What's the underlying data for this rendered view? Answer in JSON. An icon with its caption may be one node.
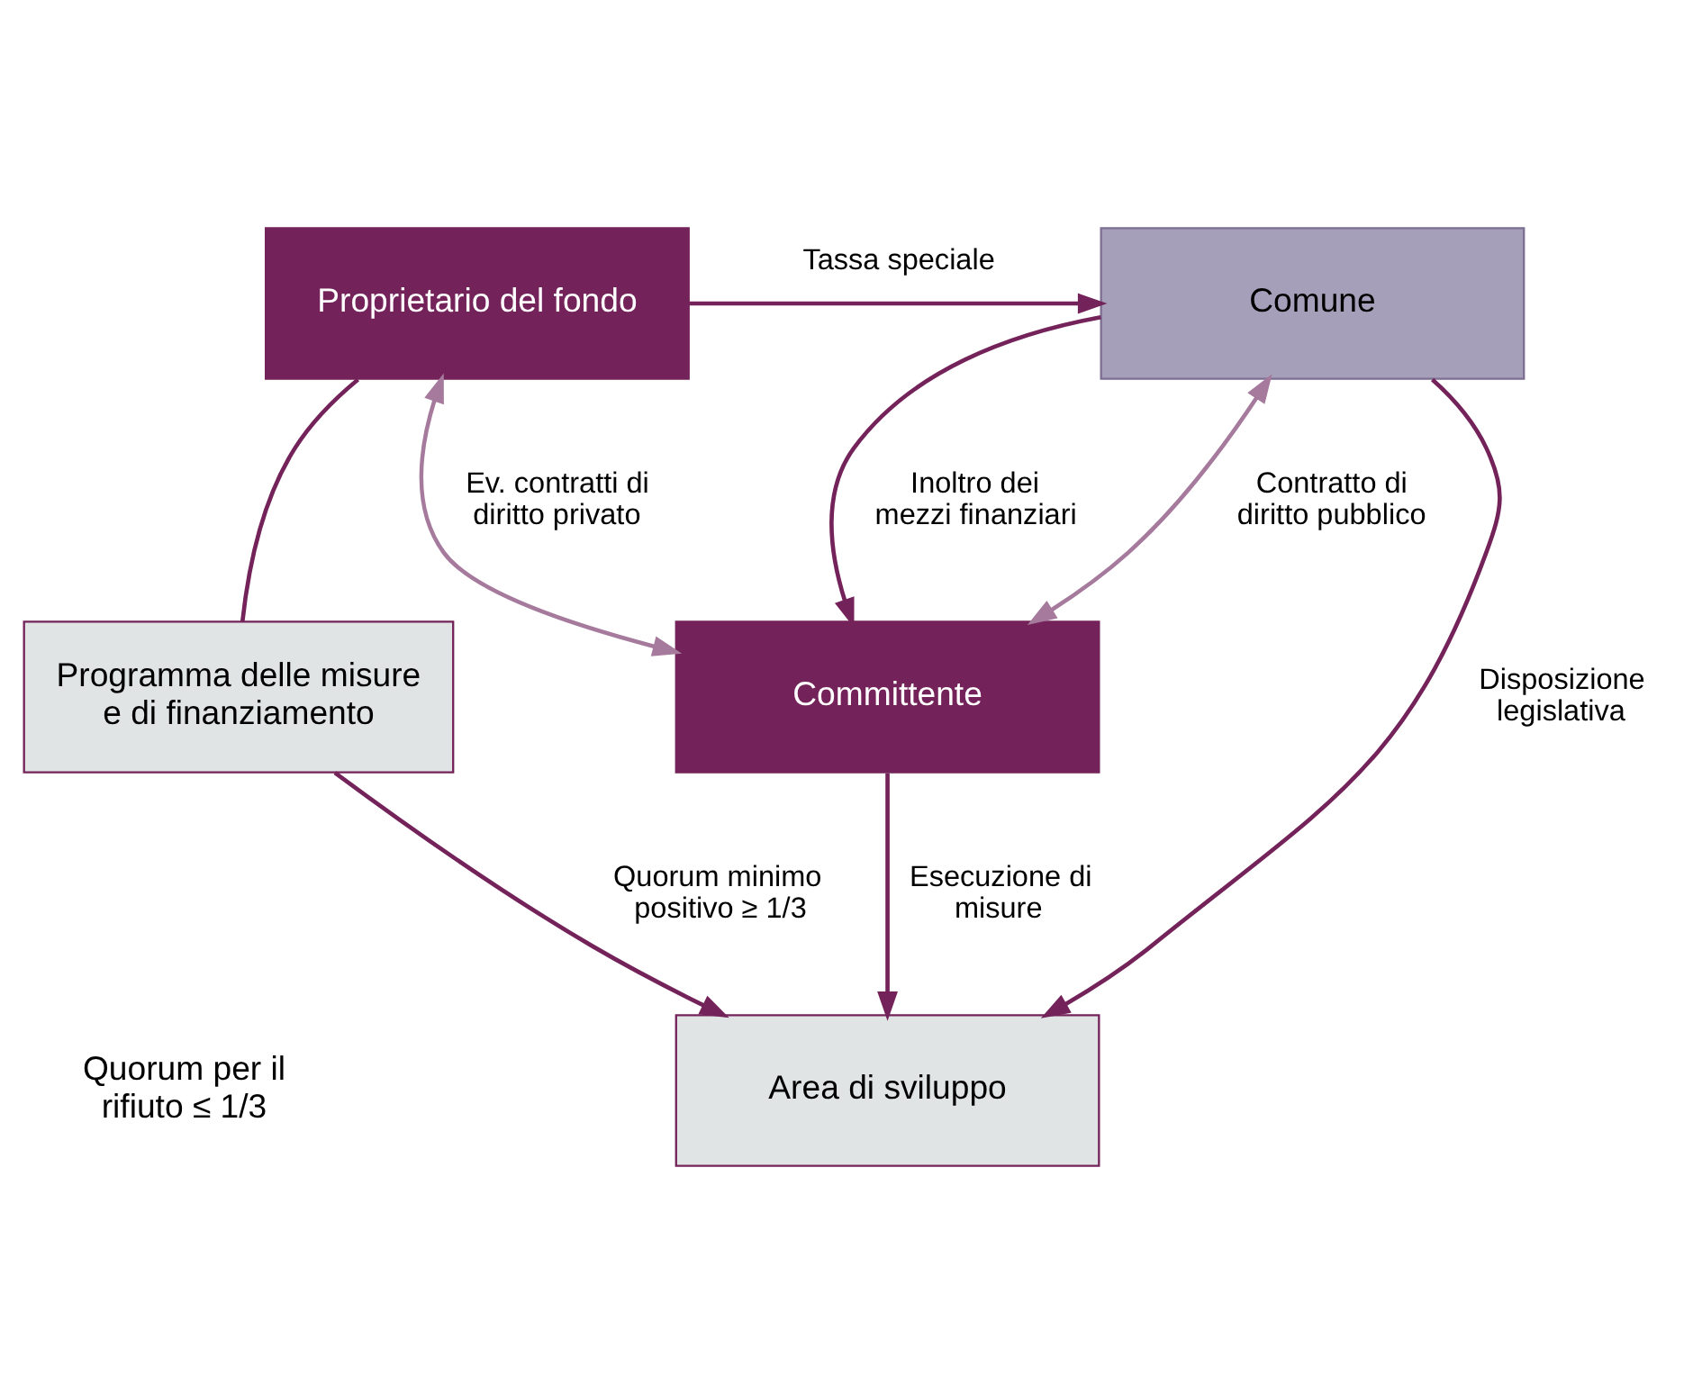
{
  "diagram": {
    "nodes": [
      {
        "text": [
          "Proprietario del fondo"
        ]
      },
      {
        "text": [
          "Comune"
        ]
      },
      {
        "text": [
          "Programma delle misure e di finanziamento"
        ]
      },
      {
        "text": [
          "Committente"
        ]
      },
      {
        "text": [
          "Area di sviluppo"
        ]
      }
    ],
    "edges": [
      {
        "from": 0,
        "to": 1,
        "arrow": "to",
        "label": "Tassa speciale"
      },
      {
        "from": 1,
        "to": 3,
        "arrow": "to",
        "label": "Inoltro dei mezzi finanziari"
      },
      {
        "from": 1,
        "to": 3,
        "arrow": "both",
        "label": "Contratto di diritto pubblico",
        "color": "#a57a9c"
      },
      {
        "from": 0,
        "to": 3,
        "arrow": "both",
        "label": "Ev. contratti di diritto privato",
        "color": "#a57a9c"
      },
      {
        "from": 0,
        "to": 2,
        "arrow": "none"
      },
      {
        "from": 2,
        "to": 4,
        "arrow": "to",
        "label": "Quorum minimo positivo ≥ 1/3"
      },
      {
        "from": 3,
        "to": 4,
        "arrow": "to",
        "label": "Esecuzione di misure"
      },
      {
        "from": 1,
        "to": 4,
        "arrow": "to",
        "label": "Disposizione legislativa"
      }
    ],
    "labels": [
      "Quorum per il rifiuto ≤ 1/3"
    ]
  }
}
